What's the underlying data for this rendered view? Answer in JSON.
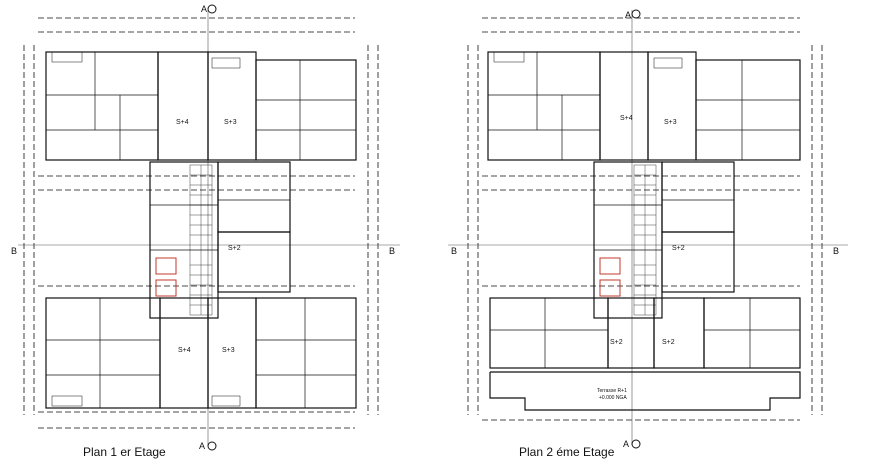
{
  "plans": [
    {
      "title": "Plan 1 er Etage",
      "axis_top": "A",
      "axis_bottom": "A",
      "axis_left": "B",
      "axis_right": "B",
      "rooms": [
        "S+4",
        "S+3",
        "S+2",
        "S+4",
        "S+3"
      ]
    },
    {
      "title": "Plan 2 éme Etage",
      "axis_top": "A",
      "axis_bottom": "A",
      "axis_left": "B",
      "axis_right": "B",
      "rooms": [
        "S+4",
        "S+3",
        "S+2",
        "S+2",
        "S+2"
      ],
      "terrace_label": "Terrasse R+1",
      "terrace_level": "+0.000 NGA"
    }
  ],
  "colors": {
    "ink": "#111111",
    "accent": "#c0392b",
    "paper": "#ffffff"
  }
}
